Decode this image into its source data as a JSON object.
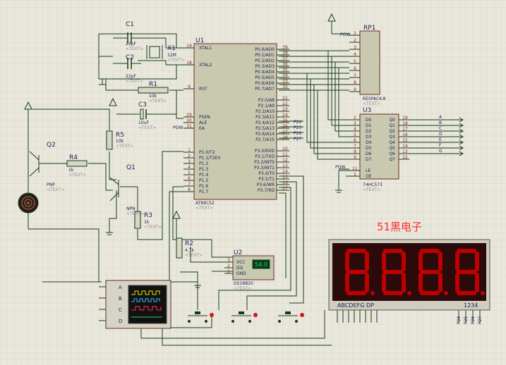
{
  "title": "51黑电子",
  "placeholder": "<TEXT>",
  "colors": {
    "wire": "#143c14",
    "chip_fill": "#c9c9b0",
    "chip_stroke": "#6b2a2a",
    "label_blue": "#202058",
    "pin_red": "#8a1a1a",
    "title_red": "#ff2a2a",
    "display_bg": "#2a0a0a",
    "segment": "#c00000",
    "probe_green": "#00e05a",
    "background": "#e9e7dc"
  },
  "capacitors": {
    "c1": {
      "name": "C1",
      "value": "22pF"
    },
    "c2": {
      "name": "C2",
      "value": "22pF"
    },
    "c3": {
      "name": "C3",
      "value": "10uF"
    }
  },
  "crystal": {
    "name": "X1",
    "value": "12M"
  },
  "resistors": {
    "r1": {
      "name": "R1",
      "value": "10k"
    },
    "r2": {
      "name": "R2",
      "value": "4.7k"
    },
    "r3": {
      "name": "R3",
      "value": "1k"
    },
    "r4": {
      "name": "R4",
      "value": "1k"
    },
    "r5": {
      "name": "R5",
      "value": "10k"
    }
  },
  "transistors": {
    "q1": {
      "name": "Q1",
      "type": "NPN"
    },
    "q2": {
      "name": "Q2",
      "type": "PNP"
    }
  },
  "mcu": {
    "ref": "U1",
    "part": "AT89C52",
    "left_pins": [
      {
        "num": "19",
        "name": "XTAL1"
      },
      {
        "num": "18",
        "name": "XTAL2"
      },
      {
        "num": "9",
        "name": "RST"
      },
      {
        "num": "29",
        "name": "PSEN"
      },
      {
        "num": "30",
        "name": "ALE"
      },
      {
        "num": "31",
        "name": "EA"
      },
      {
        "num": "1",
        "name": "P1.0/T2"
      },
      {
        "num": "2",
        "name": "P1.1/T2EX"
      },
      {
        "num": "3",
        "name": "P1.2"
      },
      {
        "num": "4",
        "name": "P1.3"
      },
      {
        "num": "5",
        "name": "P1.4"
      },
      {
        "num": "6",
        "name": "P1.5"
      },
      {
        "num": "7",
        "name": "P1.6"
      },
      {
        "num": "8",
        "name": "P1.7"
      }
    ],
    "right_pins": [
      {
        "num": "39",
        "name": "P0.0/AD0"
      },
      {
        "num": "38",
        "name": "P0.1/AD1"
      },
      {
        "num": "37",
        "name": "P0.2/AD2"
      },
      {
        "num": "36",
        "name": "P0.3/AD3"
      },
      {
        "num": "35",
        "name": "P0.4/AD4"
      },
      {
        "num": "34",
        "name": "P0.5/AD5"
      },
      {
        "num": "33",
        "name": "P0.6/AD6"
      },
      {
        "num": "32",
        "name": "P0.7/AD7"
      },
      {
        "num": "21",
        "name": "P2.0/A8"
      },
      {
        "num": "22",
        "name": "P2.1/A9"
      },
      {
        "num": "23",
        "name": "P2.2/A10"
      },
      {
        "num": "24",
        "name": "P2.3/A11"
      },
      {
        "num": "25",
        "name": "P2.4/A12"
      },
      {
        "num": "26",
        "name": "P2.5/A13"
      },
      {
        "num": "27",
        "name": "P2.6/A14"
      },
      {
        "num": "28",
        "name": "P2.7/A15"
      },
      {
        "num": "10",
        "name": "P3.0/RXD"
      },
      {
        "num": "11",
        "name": "P3.1/TXD"
      },
      {
        "num": "12",
        "name": "P3.2/INT0"
      },
      {
        "num": "13",
        "name": "P3.3/INT1"
      },
      {
        "num": "14",
        "name": "P3.4/T0"
      },
      {
        "num": "15",
        "name": "P3.5/T1"
      },
      {
        "num": "16",
        "name": "P3.6/WR"
      },
      {
        "num": "17",
        "name": "P3.7/RD"
      }
    ]
  },
  "net_labels": {
    "pow": "POW",
    "p24": "P24",
    "p25": "P25",
    "p26": "P26",
    "p27": "P27"
  },
  "respack": {
    "ref": "RP1",
    "part": "RESPACK-8",
    "pins": [
      "1",
      "2",
      "3",
      "4",
      "5",
      "6",
      "7",
      "8",
      "9"
    ]
  },
  "latch": {
    "ref": "U3",
    "part": "74HC573",
    "d_pins": [
      {
        "num": "2",
        "name": "D0"
      },
      {
        "num": "3",
        "name": "D1"
      },
      {
        "num": "4",
        "name": "D2"
      },
      {
        "num": "5",
        "name": "D3"
      },
      {
        "num": "6",
        "name": "D4"
      },
      {
        "num": "7",
        "name": "D5"
      },
      {
        "num": "8",
        "name": "D6"
      },
      {
        "num": "9",
        "name": "D7"
      }
    ],
    "q_pins": [
      {
        "num": "19",
        "name": "Q0"
      },
      {
        "num": "18",
        "name": "Q1"
      },
      {
        "num": "17",
        "name": "Q2"
      },
      {
        "num": "16",
        "name": "Q3"
      },
      {
        "num": "15",
        "name": "Q4"
      },
      {
        "num": "14",
        "name": "Q5"
      },
      {
        "num": "13",
        "name": "Q6"
      },
      {
        "num": "12",
        "name": "Q7"
      }
    ],
    "ctrl_pins": [
      {
        "num": "11",
        "name": "LE"
      },
      {
        "num": "1",
        "name": "OE"
      }
    ],
    "out_labels": [
      "A",
      "B",
      "C",
      "D",
      "E",
      "F",
      "G"
    ]
  },
  "sensor": {
    "ref": "U2",
    "part": "DS18B20",
    "pins": [
      {
        "num": "3",
        "name": "VCC"
      },
      {
        "num": "2",
        "name": "DQ"
      },
      {
        "num": "1",
        "name": "GND"
      }
    ],
    "reading": "54.0"
  },
  "display": {
    "segments_label": "ABCDEFG  DP",
    "digits_label": "1234",
    "bottom_labels": [
      "P24",
      "P25",
      "P26",
      "P27"
    ]
  },
  "scope": {
    "channels": [
      "A",
      "B",
      "C",
      "D"
    ]
  }
}
